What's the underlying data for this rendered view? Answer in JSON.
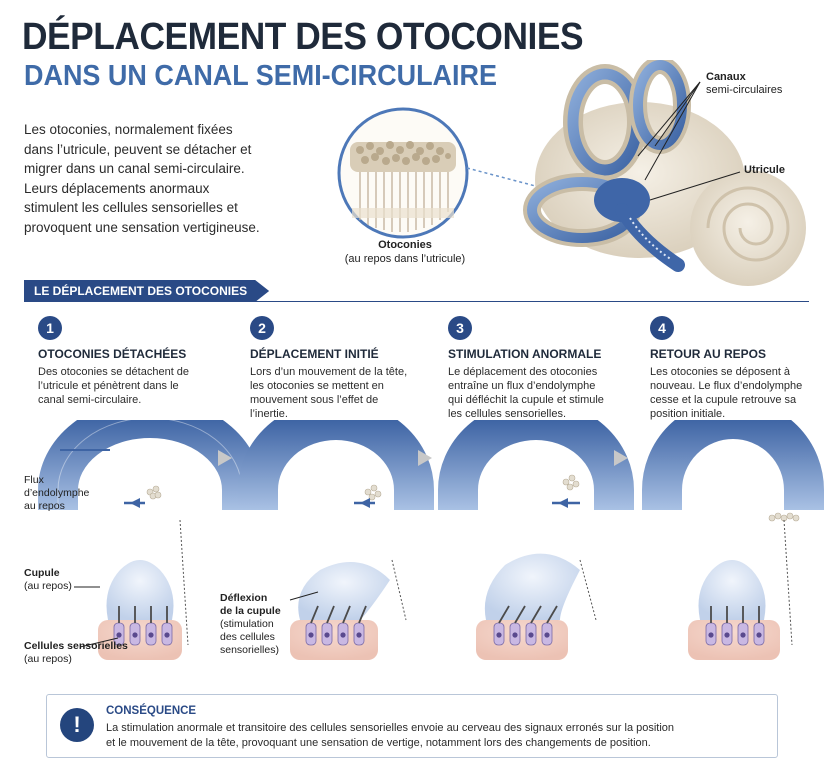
{
  "title": {
    "line1": "DÉPLACEMENT DES OTOCONIES",
    "line2": "DANS UN CANAL SEMI-CIRCULAIRE"
  },
  "intro": "Les otoconies, normalement fixées dans l’utricule, peuvent se détacher et migrer dans un canal semi-circulaire. Leurs déplacements anormaux stimulent les cellules sensorielles et provoquent une sensation vertigineuse.",
  "otoconies_inset": {
    "label": "Otoconies",
    "sublabel": "(au repos dans l’utricule)"
  },
  "ear_labels": {
    "canaux": "Canaux",
    "canaux2": "semi-circulaires",
    "utricule": "Utricule"
  },
  "section_title": "LE DÉPLACEMENT DES OTOCONIES",
  "steps": [
    {
      "num": "1",
      "title": "OTOCONIES DÉTACHÉES",
      "text": "Des otoconies se détachent de l’utricule et pénètrent dans le canal semi-circulaire."
    },
    {
      "num": "2",
      "title": "DÉPLACEMENT INITIÉ",
      "text": "Lors d’un mouvement de la tête, les otoconies se mettent en mouvement sous l’effet de l’inertie."
    },
    {
      "num": "3",
      "title": "STIMULATION ANORMALE",
      "text": "Le déplacement des otoconies entraîne un flux d’endolymphe qui défléchit la cupule et stimule les cellules sensorielles."
    },
    {
      "num": "4",
      "title": "RETOUR AU REPOS",
      "text": "Les otoconies se déposent à nouveau. Le flux d’endolymphe cesse et la cupule retrouve sa position initiale."
    }
  ],
  "side_labels": {
    "flux": [
      "Flux",
      "d’endolymphe",
      "au repos"
    ],
    "cupule": [
      "Cupule",
      "(au repos)"
    ],
    "cellules": [
      "Cellules sensorielles",
      "(au repos)"
    ],
    "deflexion": [
      "Déflexion",
      "de la cupule",
      "(stimulation",
      "des cellules",
      "sensorielles)"
    ]
  },
  "consequence": {
    "icon": "!",
    "title": "CONSÉQUENCE",
    "line1": "La stimulation anormale et transitoire des cellules sensorielles envoie au cerveau des signaux erronés sur la position",
    "line2": "et le mouvement de la tête, provoquant une sensation de vertige, notamment lors des changements de position."
  },
  "colors": {
    "navy": "#2a4a86",
    "title": "#1f2a3a",
    "accent": "#3f6ba8",
    "canal": "#5c84c0",
    "bone": "#e9e2d6"
  }
}
